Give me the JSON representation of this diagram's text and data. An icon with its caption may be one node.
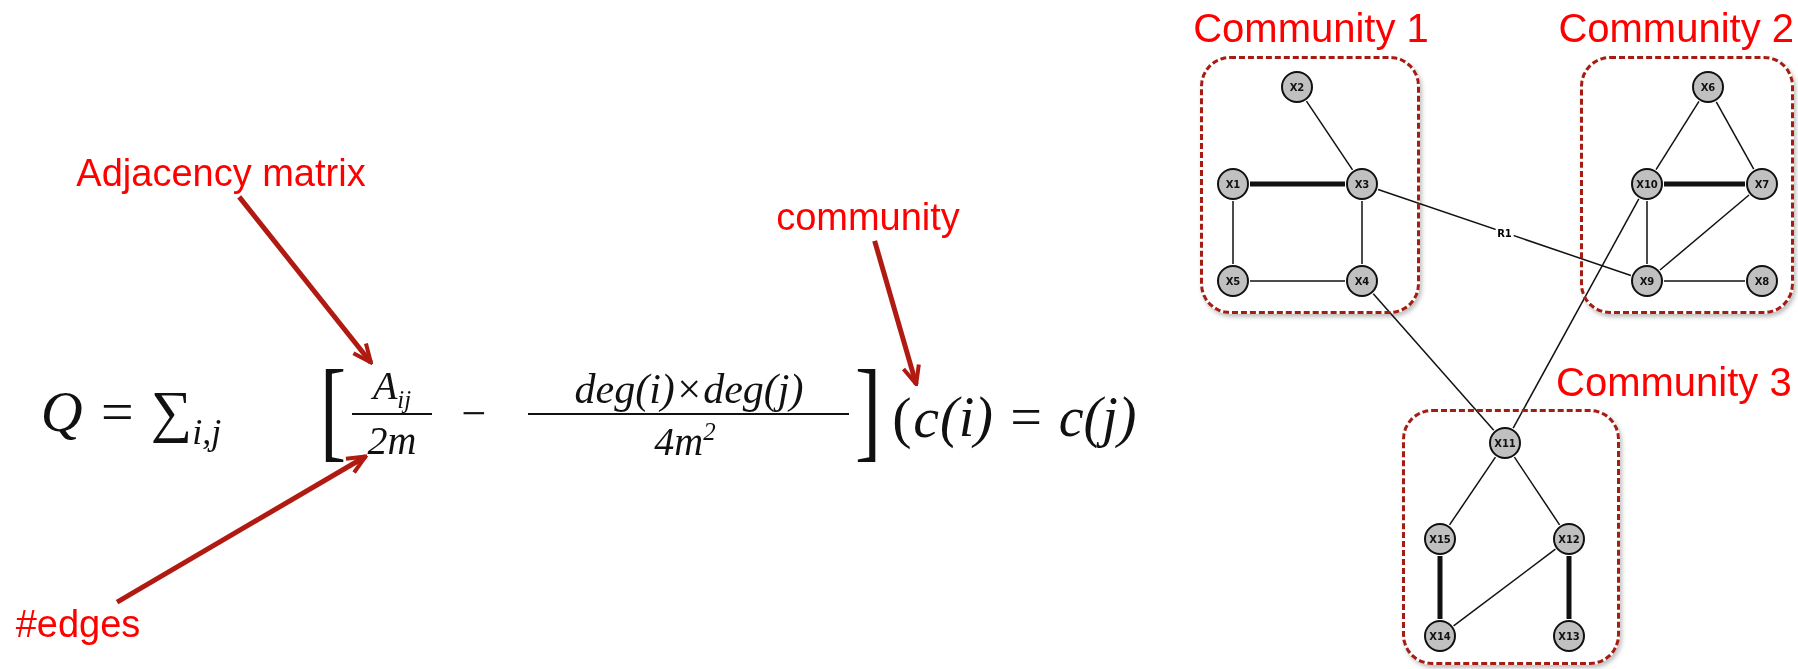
{
  "diagram": {
    "nodes": [
      {
        "text": [
          "Adjacency matrix"
        ]
      },
      {
        "text": [
          "community"
        ]
      },
      {
        "text": [
          "#edges"
        ]
      },
      {
        "text": [
          "A$_{ij}$"
        ]
      },
      {
        "text": [
          "2m"
        ]
      },
      {
        "text": [
          "c"
        ]
      },
      {
        "text": [
          "Community 1"
        ]
      },
      {
        "text": [
          "X2"
        ],
        "in": 6
      },
      {
        "text": [
          "X1"
        ],
        "in": 6
      },
      {
        "text": [
          "X3"
        ],
        "in": 6
      },
      {
        "text": [
          "X5"
        ],
        "in": 6
      },
      {
        "text": [
          "X4"
        ],
        "in": 6
      },
      {
        "text": [
          "Community 2"
        ]
      },
      {
        "text": [
          "X6"
        ],
        "in": 12
      },
      {
        "text": [
          "X10"
        ],
        "in": 12
      },
      {
        "text": [
          "X7"
        ],
        "in": 12
      },
      {
        "text": [
          "X9"
        ],
        "in": 12
      },
      {
        "text": [
          "X8"
        ],
        "in": 12
      },
      {
        "text": [
          "Community 3"
        ]
      },
      {
        "text": [
          "X11"
        ],
        "in": 18
      },
      {
        "text": [
          "X15"
        ],
        "in": 18
      },
      {
        "text": [
          "X12"
        ],
        "in": 18
      },
      {
        "text": [
          "X14"
        ],
        "in": 18
      },
      {
        "text": [
          "X13"
        ],
        "in": 18
      }
    ],
    "edges": [
      {
        "from": 0,
        "to": 3,
        "arrow": "to",
        "style": "thick",
        "color": "#b01a10"
      },
      {
        "from": 1,
        "to": 5,
        "arrow": "to",
        "style": "thick",
        "color": "#b01a10"
      },
      {
        "from": 2,
        "to": 4,
        "arrow": "to",
        "style": "thick",
        "color": "#b01a10"
      },
      {
        "from": 7,
        "to": 9,
        "arrow": "none"
      },
      {
        "from": 8,
        "to": 9,
        "arrow": "none",
        "style": "thick"
      },
      {
        "from": 8,
        "to": 10,
        "arrow": "none"
      },
      {
        "from": 9,
        "to": 11,
        "arrow": "none"
      },
      {
        "from": 10,
        "to": 11,
        "arrow": "none"
      },
      {
        "from": 9,
        "to": 16,
        "arrow": "none",
        "label": "R1"
      },
      {
        "from": 11,
        "to": 19,
        "arrow": "none"
      },
      {
        "from": 14,
        "to": 19,
        "arrow": "none"
      },
      {
        "from": 13,
        "to": 14,
        "arrow": "none"
      },
      {
        "from": 13,
        "to": 15,
        "arrow": "none"
      },
      {
        "from": 14,
        "to": 15,
        "arrow": "none",
        "style": "thick"
      },
      {
        "from": 14,
        "to": 16,
        "arrow": "none"
      },
      {
        "from": 15,
        "to": 16,
        "arrow": "none"
      },
      {
        "from": 16,
        "to": 17,
        "arrow": "none"
      },
      {
        "from": 19,
        "to": 20,
        "arrow": "none"
      },
      {
        "from": 19,
        "to": 21,
        "arrow": "none"
      },
      {
        "from": 20,
        "to": 22,
        "arrow": "none",
        "style": "thick"
      },
      {
        "from": 21,
        "to": 22,
        "arrow": "none"
      },
      {
        "from": 21,
        "to": 23,
        "arrow": "none",
        "style": "thick"
      }
    ],
    "labels": [
      "Q = ∑$_{i,j}$",
      "[",
      "−",
      "deg(i)×deg(j)",
      "4m$^{2}$",
      "]",
      "(",
      "(i) = c(j)"
    ]
  }
}
